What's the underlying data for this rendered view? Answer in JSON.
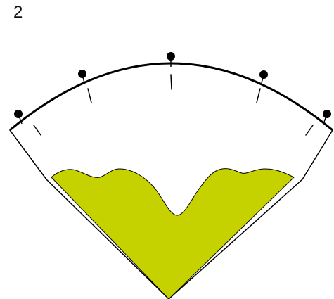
{
  "figure": {
    "number_label": "2"
  },
  "colors": {
    "fill": "#c5d200",
    "stroke": "#000000",
    "background": "#ffffff"
  },
  "diagram": {
    "shape": "fan-sector",
    "markers": [
      {
        "name": "marker-1"
      },
      {
        "name": "marker-2"
      },
      {
        "name": "marker-3"
      },
      {
        "name": "marker-4"
      },
      {
        "name": "marker-5"
      }
    ],
    "tick_count": 5
  }
}
